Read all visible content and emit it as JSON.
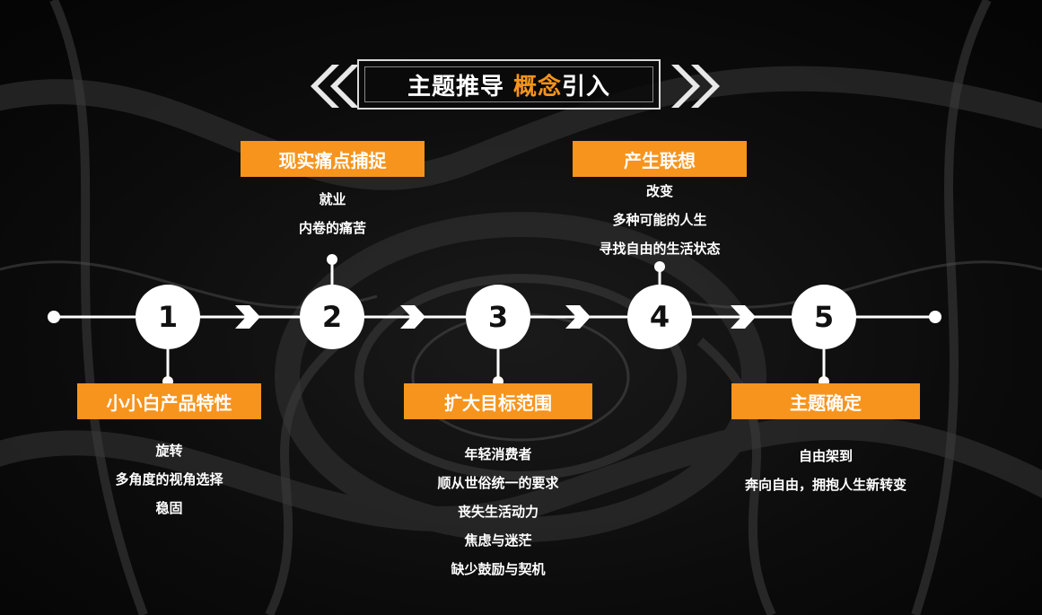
{
  "title": {
    "main": "主题推导",
    "accent": "概念",
    "tail": "引入"
  },
  "steps": [
    {
      "number": "1",
      "label": "小小白产品特性",
      "items": [
        "旋转",
        "多角度的视角选择",
        "稳固"
      ]
    },
    {
      "number": "2",
      "label": "现实痛点捕捉",
      "items": [
        "就业",
        "内卷的痛苦"
      ]
    },
    {
      "number": "3",
      "label": "扩大目标范围",
      "items": [
        "年轻消费者",
        "顺从世俗统一的要求",
        "丧失生活动力",
        "焦虑与迷茫",
        "缺少鼓励与契机"
      ]
    },
    {
      "number": "4",
      "label": "产生联想",
      "items": [
        "改变",
        "多种可能的人生",
        "寻找自由的生活状态"
      ]
    },
    {
      "number": "5",
      "label": "主题确定",
      "items": [
        "自由架到",
        "奔向自由，拥抱人生新转变"
      ]
    }
  ],
  "colors": {
    "accent": "#f7941d",
    "background": "#0a0a0a",
    "line": "#ffffff"
  }
}
